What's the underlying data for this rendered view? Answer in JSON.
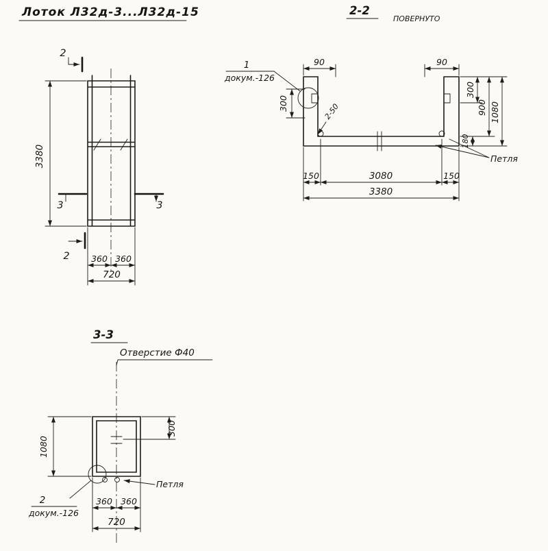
{
  "title": "Лоток Л32д-3...Л32д-15",
  "plan": {
    "dim_length": "3380",
    "dim_half_left": "360",
    "dim_half_right": "360",
    "dim_width": "720",
    "marker_2_top": "2",
    "marker_2_bottom": "2",
    "marker_3_left": "3",
    "marker_3_right": "3"
  },
  "section22": {
    "title": "2-2",
    "subtitle": "ПОВЕРНУТО",
    "callout_num": "1",
    "callout_doc": "докум.-126",
    "weld": "2-50",
    "dim_90_left": "90",
    "dim_90_right": "90",
    "dim_300_left": "300",
    "dim_300_right": "300",
    "dim_900": "900",
    "dim_1080": "1080",
    "dim_180": "180",
    "dim_150_left": "150",
    "dim_3080": "3080",
    "dim_150_right": "150",
    "dim_3380": "3380",
    "petlya": "Петля"
  },
  "section33": {
    "title": "3-3",
    "hole_label": "Отверстие Ф40",
    "dim_1080": "1080",
    "dim_300": "300",
    "dim_half_left": "360",
    "dim_half_right": "360",
    "dim_width": "720",
    "callout_num": "2",
    "callout_doc": "докум.-126",
    "petlya": "Петля"
  }
}
